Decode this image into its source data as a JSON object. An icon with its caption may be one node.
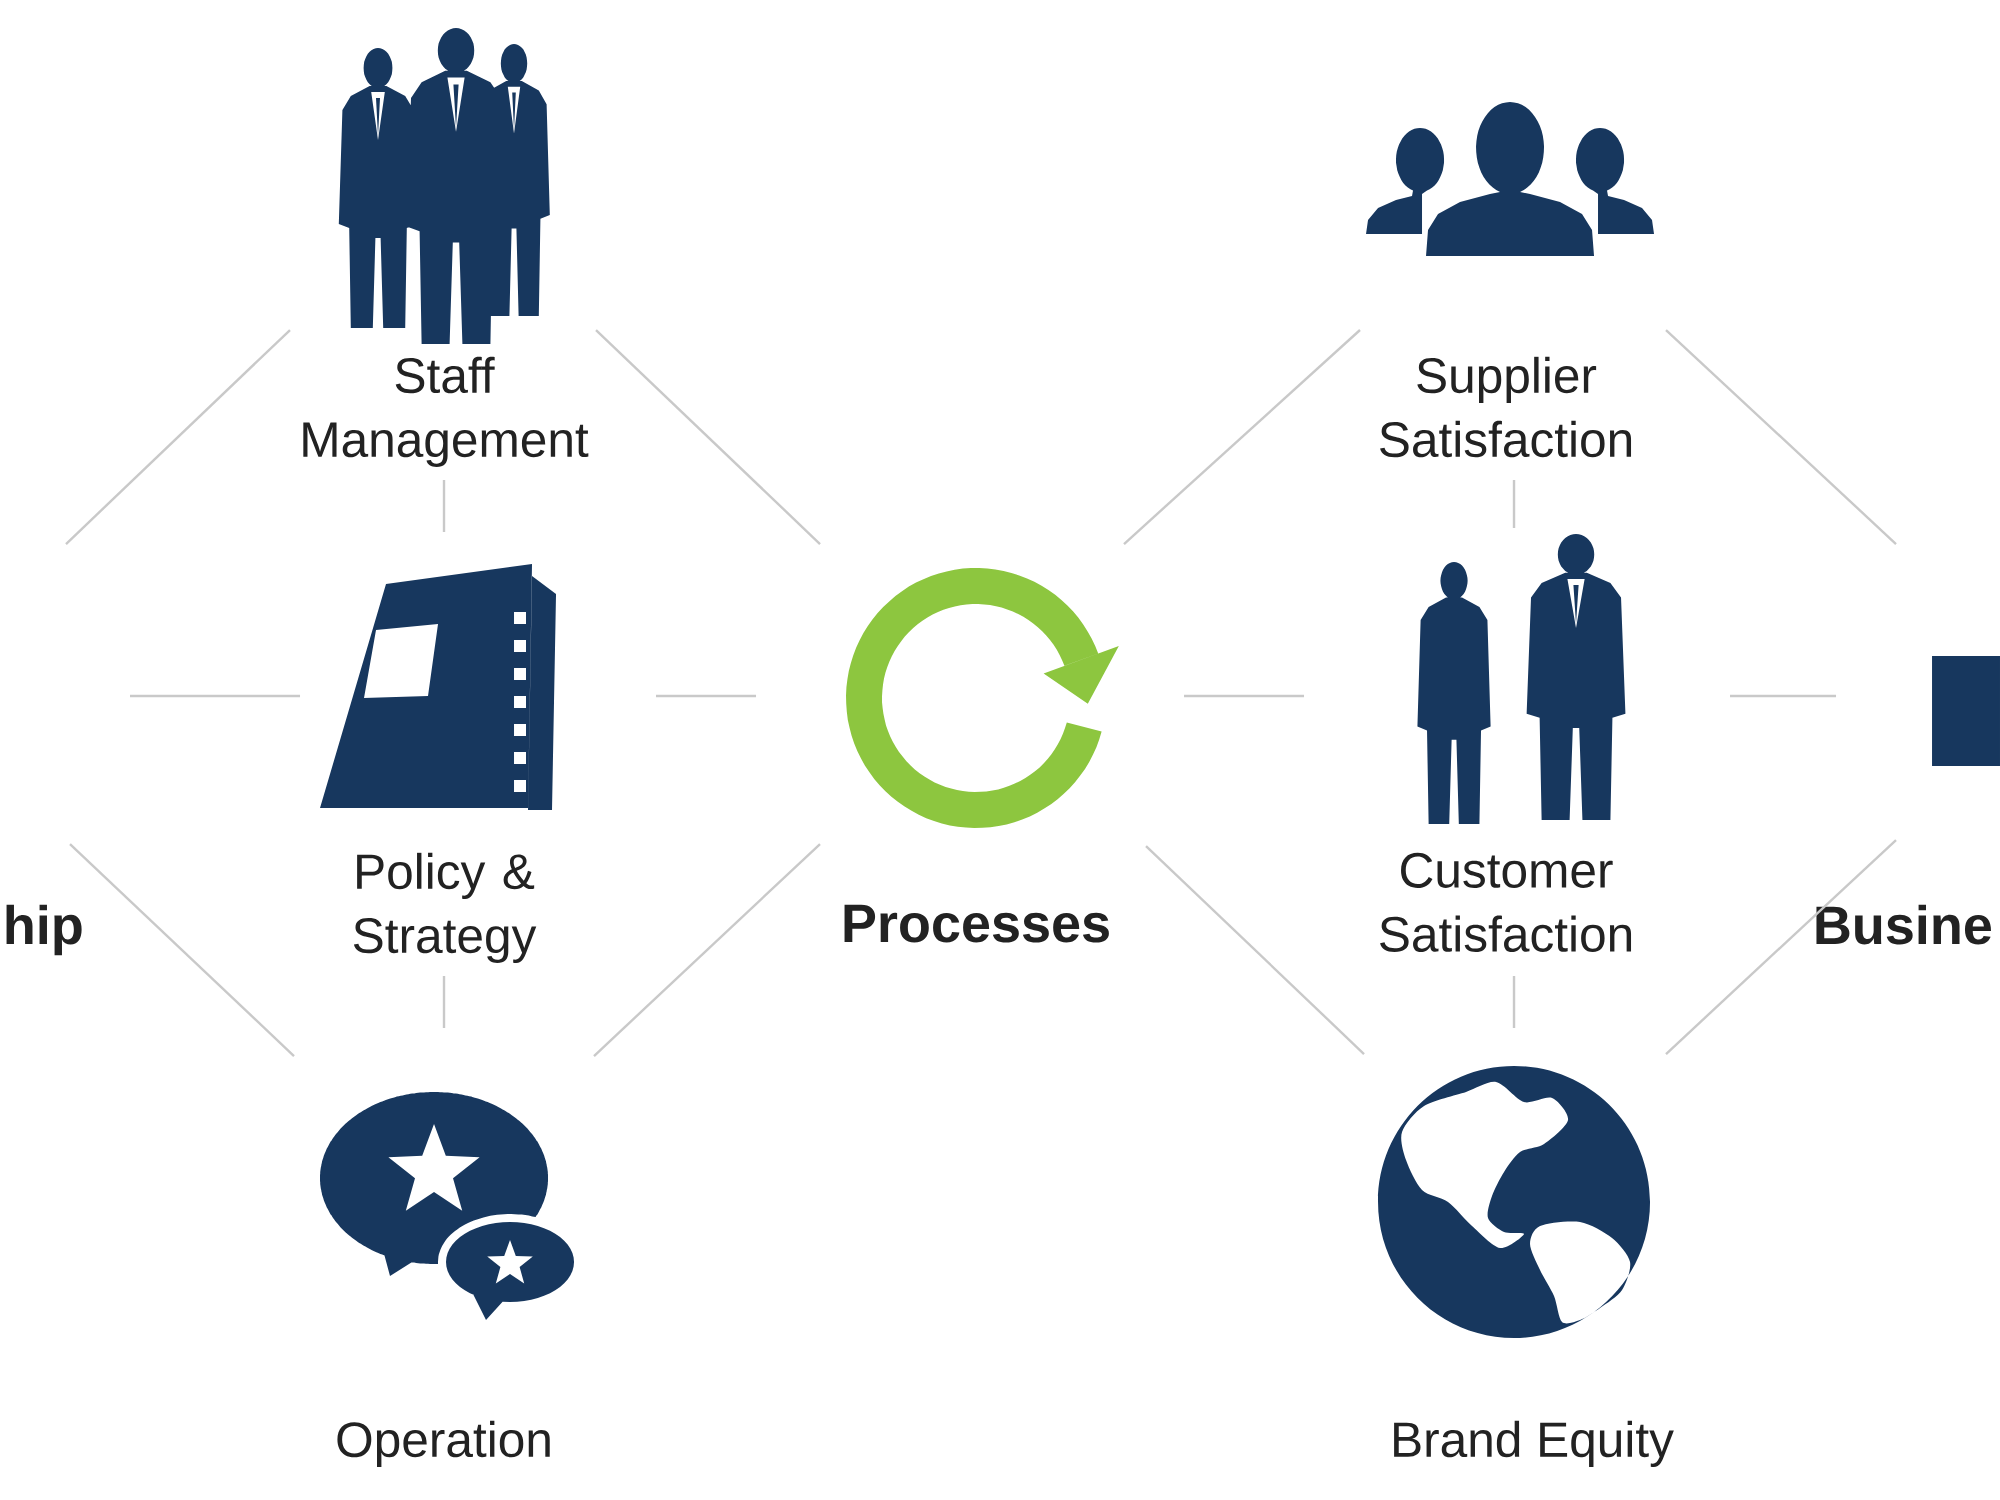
{
  "diagram": {
    "nodes": [
      {
        "text": [
          "hip"
        ]
      },
      {
        "text": [
          "Staff Management"
        ]
      },
      {
        "text": [
          "Policy & Strategy"
        ]
      },
      {
        "text": [
          "Operation"
        ]
      },
      {
        "text": [
          "Processes"
        ]
      },
      {
        "text": [
          "Supplier Satisfaction"
        ]
      },
      {
        "text": [
          "Customer Satisfaction"
        ]
      },
      {
        "text": [
          "Brand Equity"
        ]
      },
      {
        "text": [
          "Busine"
        ]
      }
    ],
    "edges": [
      {
        "from": null,
        "to": 1,
        "arrow": "none"
      },
      {
        "from": null,
        "to": 2,
        "arrow": "none"
      },
      {
        "from": null,
        "to": 3,
        "arrow": "none"
      },
      {
        "from": 1,
        "to": 2,
        "arrow": "none"
      },
      {
        "from": 2,
        "to": 3,
        "arrow": "none"
      },
      {
        "from": 1,
        "to": 4,
        "arrow": "none"
      },
      {
        "from": 2,
        "to": 4,
        "arrow": "none"
      },
      {
        "from": 3,
        "to": 4,
        "arrow": "none"
      },
      {
        "from": 4,
        "to": 5,
        "arrow": "none"
      },
      {
        "from": 4,
        "to": 6,
        "arrow": "none"
      },
      {
        "from": 4,
        "to": 7,
        "arrow": "none"
      },
      {
        "from": 5,
        "to": 6,
        "arrow": "none"
      },
      {
        "from": 6,
        "to": 7,
        "arrow": "none"
      },
      {
        "from": 5,
        "to": 8,
        "arrow": "none"
      },
      {
        "from": 6,
        "to": 8,
        "arrow": "none"
      },
      {
        "from": 7,
        "to": 8,
        "arrow": "none"
      }
    ]
  }
}
